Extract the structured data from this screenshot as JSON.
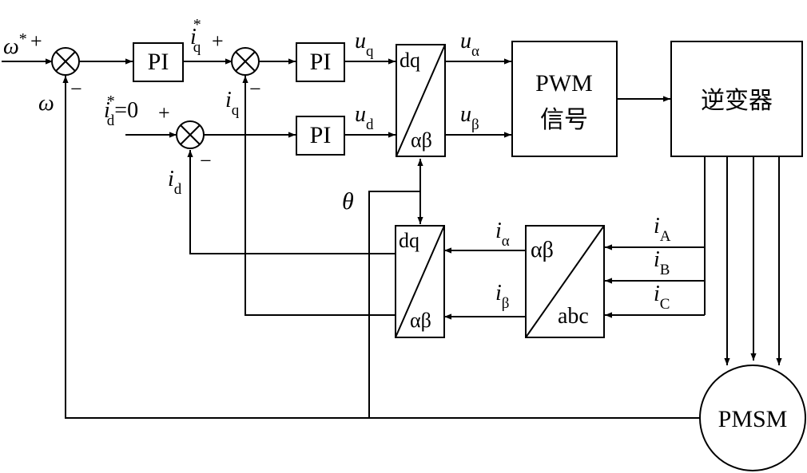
{
  "blocks": {
    "pi_label": "PI",
    "dq": "dq",
    "ab": "αβ",
    "abc": "abc",
    "pwm_line1": "PWM",
    "pwm_line2": "信号",
    "inverter": "逆变器",
    "motor": "PMSM"
  },
  "signals": {
    "omega_ref": "ω",
    "omega_fb": "ω",
    "star": "*",
    "i": "i",
    "u": "u",
    "sub_q": "q",
    "sub_d": "d",
    "sub_alpha": "α",
    "sub_beta": "β",
    "sub_A": "A",
    "sub_B": "B",
    "sub_C": "C",
    "id_ref_value": "=0",
    "theta": "θ"
  },
  "signs": {
    "plus": "+",
    "minus": "−"
  }
}
